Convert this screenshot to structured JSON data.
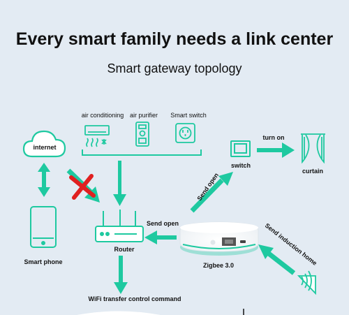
{
  "header": {
    "title": "Every smart family needs a link center",
    "subtitle": "Smart gateway topology"
  },
  "devices": {
    "air_conditioning": "air conditioning",
    "air_purifier": "air purifier",
    "smart_switch": "Smart switch",
    "internet": "internet",
    "smart_phone": "Smart phone",
    "router": "Router",
    "zigbee": "Zigbee 3.0",
    "switch": "switch",
    "curtain": "curtain"
  },
  "arrows": {
    "turn_on": "turn on",
    "send_open_upper": "Send open",
    "send_open_router": "Send open",
    "send_induction": "Send induction home",
    "wifi_command": "WiFi transfer control command"
  },
  "colors": {
    "accent": "#1ec9a0",
    "blocked": "#e02020",
    "background": "#e3ebf3"
  }
}
